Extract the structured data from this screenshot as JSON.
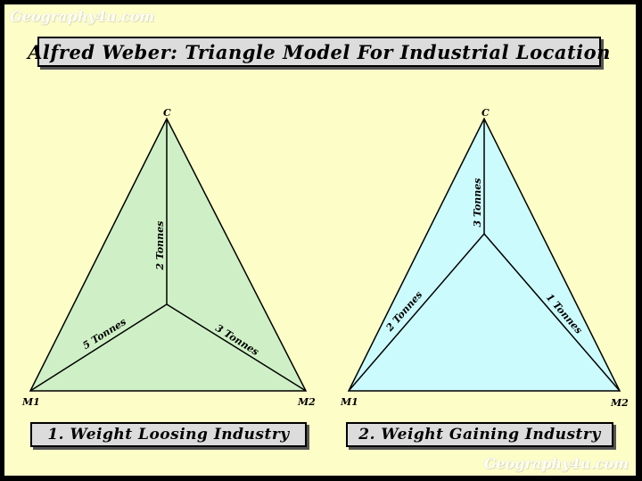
{
  "watermark": "Geography4u.com",
  "title": "Alfred Weber: Triangle Model For Industrial Location",
  "diagrams": [
    {
      "caption": "1. Weight Loosing Industry",
      "fill": "#cff0c6",
      "vertices": {
        "top": "C",
        "left": "M1",
        "right": "M2"
      },
      "edges": {
        "c": "2 Tonnes",
        "m1": "5 Tonnes",
        "m2": "3 Tonnes"
      }
    },
    {
      "caption": "2. Weight Gaining Industry",
      "fill": "#ccfbfd",
      "vertices": {
        "top": "C",
        "left": "M1",
        "right": "M2"
      },
      "edges": {
        "c": "3 Tonnes",
        "m1": "2 Tonnes",
        "m2": "1 Tonnes"
      }
    }
  ],
  "colors": {
    "background": "#fdfdc8",
    "border": "#000000",
    "label_box": "#dcdcdc"
  }
}
